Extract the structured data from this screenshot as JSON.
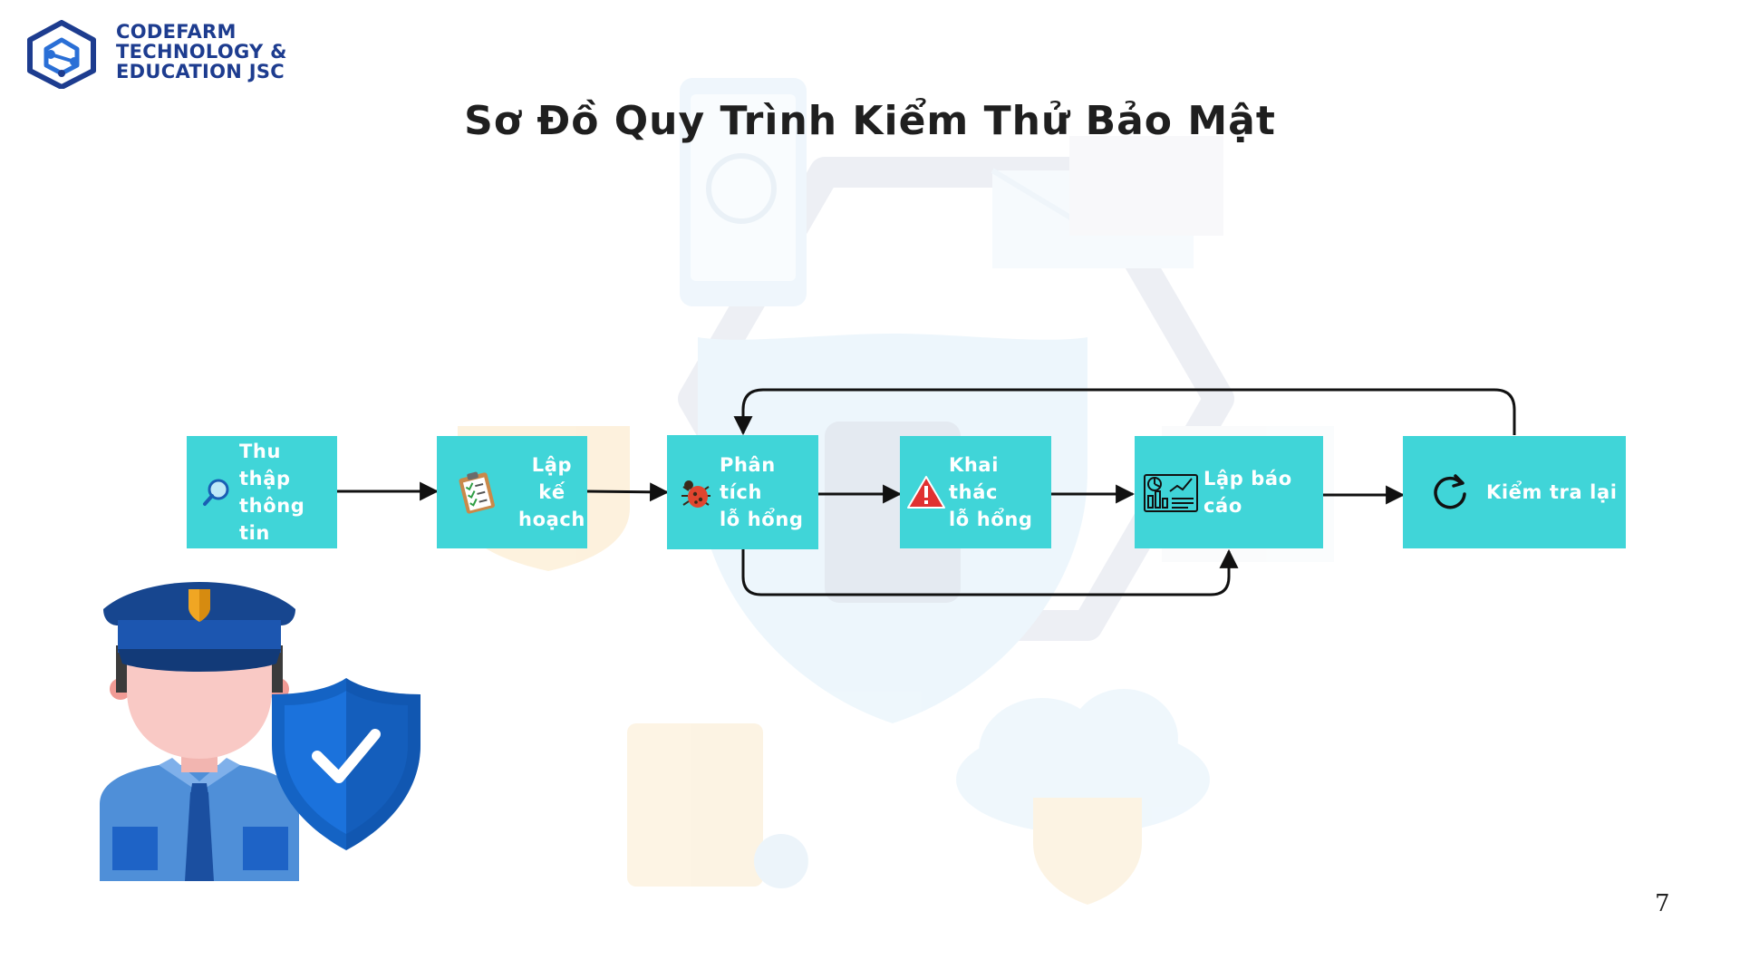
{
  "logo": {
    "lines": [
      "CODEFARM",
      "TECHNOLOGY &",
      "EDUCATION JSC"
    ],
    "icon": "hexagon-network-logo",
    "color": "#1d3c8f"
  },
  "title": "Sơ Đồ Quy Trình Kiểm Thử Bảo Mật",
  "steps": [
    {
      "label": "Thu thập\nthông tin",
      "icon": "magnifier-icon"
    },
    {
      "label": "Lập kế\nhoạch",
      "icon": "clipboard-checklist-icon"
    },
    {
      "label": "Phân tích\nlỗ hổng",
      "icon": "bug-icon"
    },
    {
      "label": "Khai thác\nlỗ hổng",
      "icon": "warning-icon"
    },
    {
      "label": "Lập báo cáo",
      "icon": "report-dashboard-icon"
    },
    {
      "label": "Kiểm tra lại",
      "icon": "refresh-icon"
    }
  ],
  "colors": {
    "box": "#40d5d8",
    "box_text": "#ffffff",
    "arrow": "#111111",
    "title": "#1f1f1f"
  },
  "illustration": {
    "figure": "security-guard",
    "badge": "shield-check"
  },
  "page_number": "7"
}
